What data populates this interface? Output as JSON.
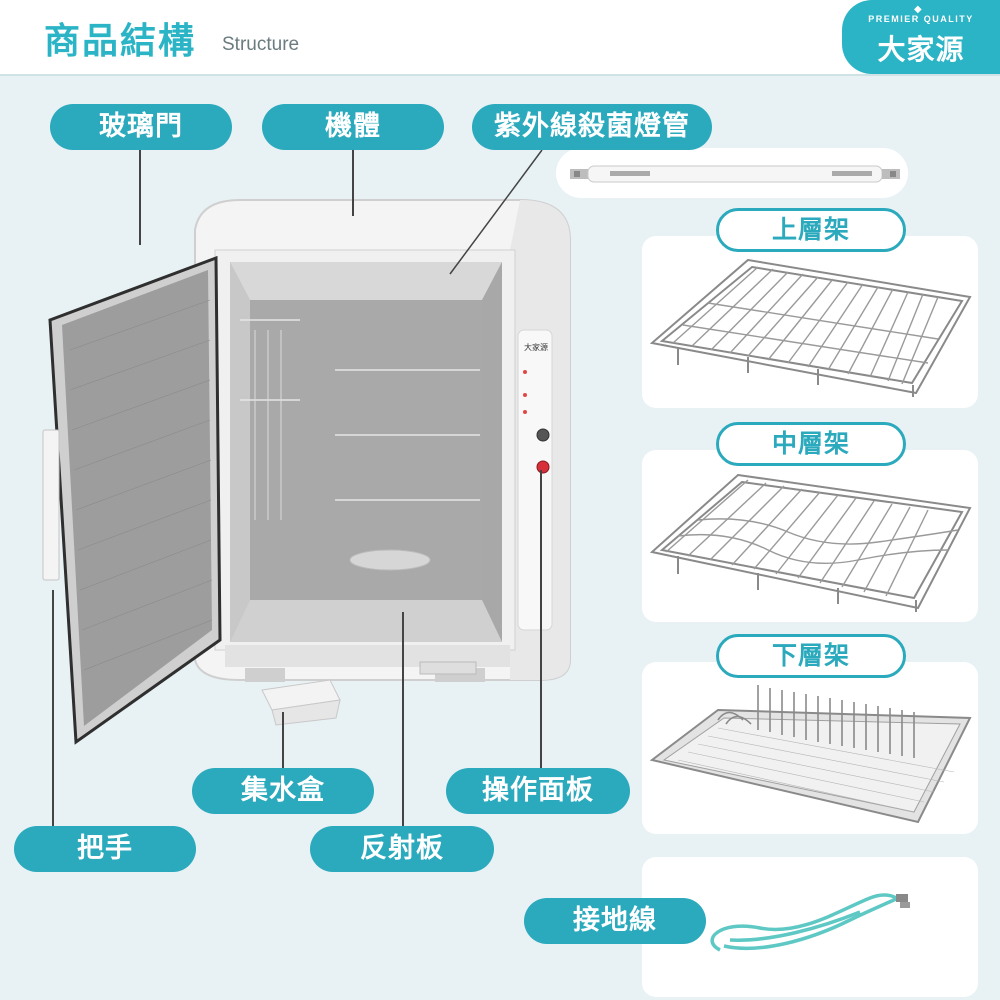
{
  "header": {
    "title_zh": "商品結構",
    "title_en": "Structure",
    "brand_sub": "PREMIER QUALITY",
    "brand_main": "大家源"
  },
  "labels": {
    "glass_door": "玻璃門",
    "body": "機體",
    "uv_lamp": "紫外線殺菌燈管",
    "upper_rack": "上層架",
    "middle_rack": "中層架",
    "lower_rack": "下層架",
    "water_box": "集水盒",
    "control_panel": "操作面板",
    "handle": "把手",
    "reflector": "反射板",
    "ground_wire": "接地線"
  },
  "colors": {
    "accent": "#2ba9bd",
    "background": "#e8f2f4",
    "title": "#2bb4c5"
  }
}
